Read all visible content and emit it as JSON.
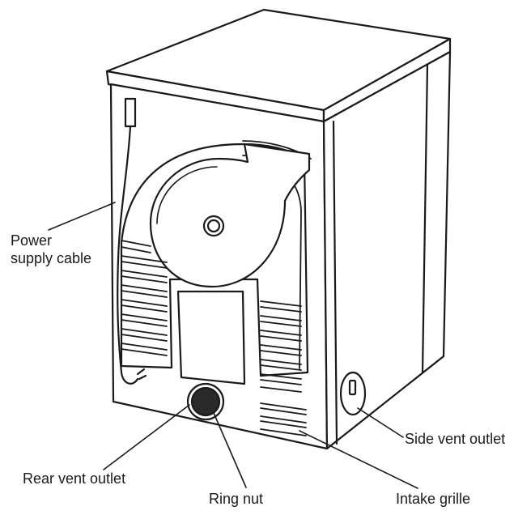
{
  "labels": {
    "power_line1": "Power",
    "power_line2": "supply cable",
    "side_vent": "Side vent outlet",
    "rear_vent": "Rear vent outlet",
    "ring_nut": "Ring nut",
    "intake_grille": "Intake grille"
  },
  "colors": {
    "stroke": "#1a1a1a",
    "fill_panel": "#ffffff",
    "fill_side": "#f7f7f7",
    "fill_ring": "#2a2a2a"
  }
}
